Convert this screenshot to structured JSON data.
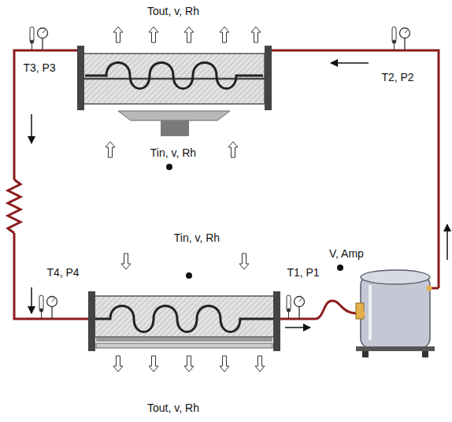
{
  "diagram": {
    "labels": [
      "Tout, v, Rh",
      "T2, P2",
      "T3, P3",
      "Tin, v, Rh",
      "V, Amp",
      "Tin, v, Rh",
      "T4, P4",
      "T1, P1",
      "Tout, v, Rh"
    ]
  }
}
